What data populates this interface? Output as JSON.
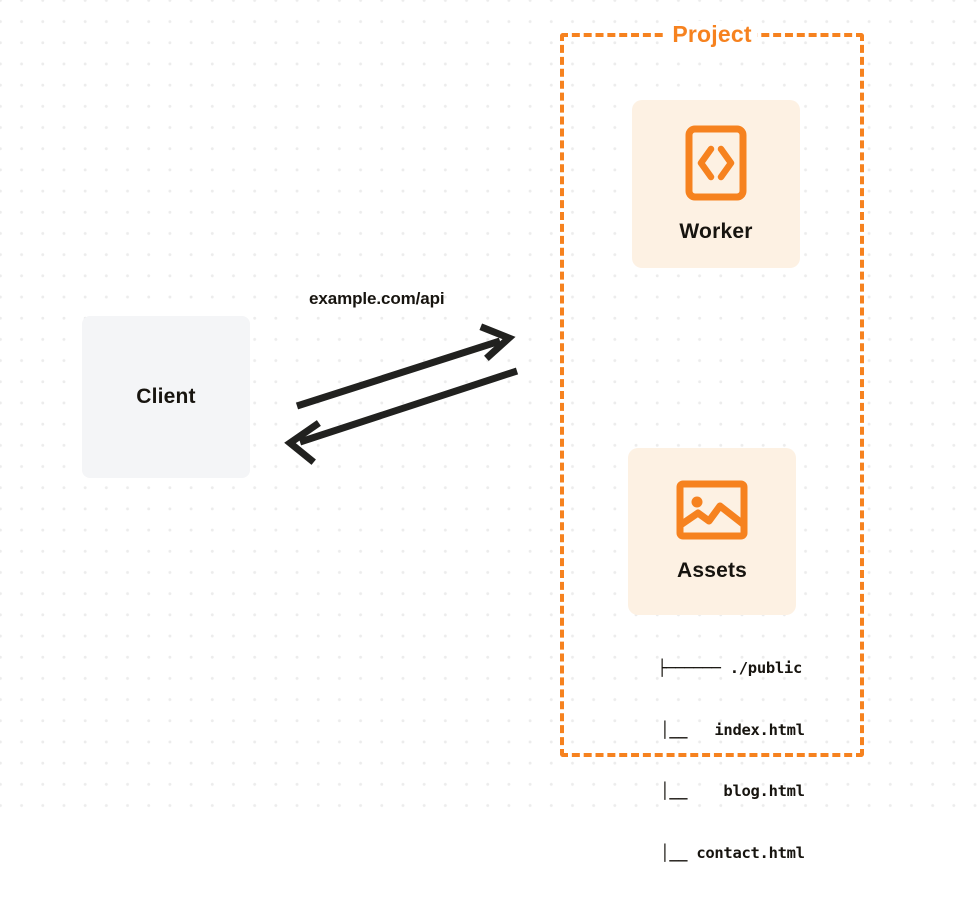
{
  "diagram": {
    "title": "Project architecture diagram",
    "background": {
      "dot_color": "#ececec",
      "page_color": "#ffffff"
    },
    "colors": {
      "accent": "#f6821f",
      "card_fill": "#fdf1e3",
      "client_fill": "#f4f5f7",
      "text": "#17140f",
      "arrow": "#21211f"
    }
  },
  "client": {
    "label": "Client"
  },
  "project": {
    "label": "Project",
    "border_style": "dashed",
    "border_color": "#f6821f"
  },
  "worker": {
    "label": "Worker",
    "icon": "code-brackets-icon"
  },
  "assets": {
    "label": "Assets",
    "icon": "image-icon"
  },
  "connection": {
    "label": "example.com/api",
    "direction": "bidirectional",
    "from": "Client",
    "to": "Project"
  },
  "file_tree": {
    "rows": [
      "├────── ./public",
      "      │__   index.html",
      "      │__    blog.html",
      "      │__ contact.html"
    ],
    "root": "./public",
    "files": [
      "index.html",
      "blog.html",
      "contact.html"
    ]
  }
}
